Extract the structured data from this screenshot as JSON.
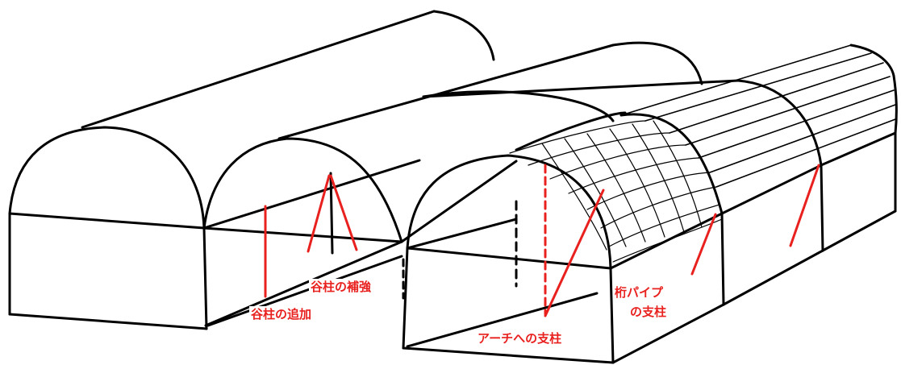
{
  "diagram": {
    "description_colors": {
      "structure": "#000000",
      "reinforcement": "#e8201e",
      "background": "#ffffff"
    },
    "labels": {
      "valley_post_reinforcement": "谷柱の補強",
      "valley_post_addition": "谷柱の追加",
      "arch_support": "アーチへの支柱",
      "purlin_support_line1": "桁パイプ",
      "purlin_support_line2": "の支柱"
    }
  }
}
